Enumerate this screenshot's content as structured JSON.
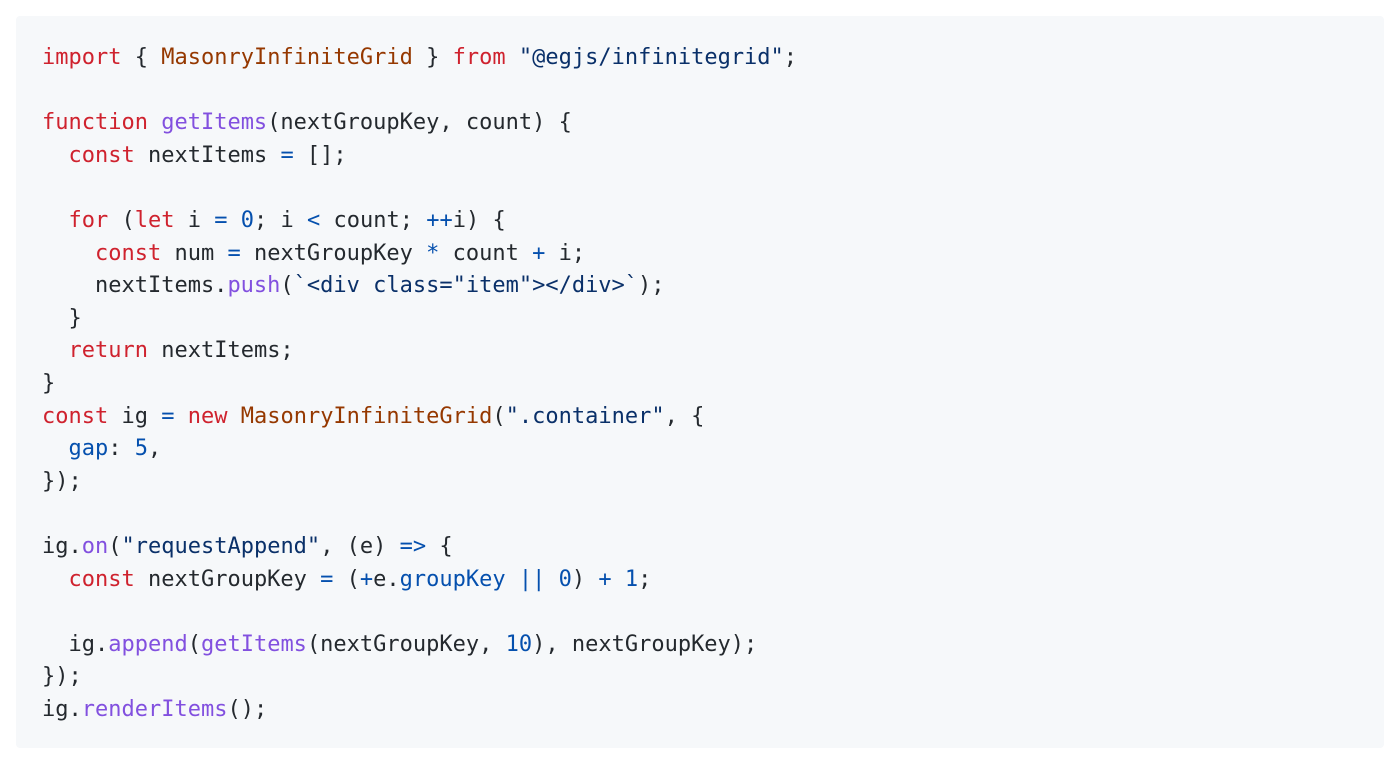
{
  "colors": {
    "background": "#f6f8fa",
    "keyword": "#cf222e",
    "class_name": "#953800",
    "function": "#8250df",
    "string": "#0a3069",
    "number": "#0550ae",
    "plain": "#24292e"
  },
  "lines": [
    [
      [
        "k",
        "import"
      ],
      [
        "t",
        " { "
      ],
      [
        "c",
        "MasonryInfiniteGrid"
      ],
      [
        "t",
        " } "
      ],
      [
        "k",
        "from"
      ],
      [
        "t",
        " "
      ],
      [
        "s",
        "\"@egjs/infinitegrid\""
      ],
      [
        "t",
        ";"
      ]
    ],
    [],
    [
      [
        "k",
        "function"
      ],
      [
        "t",
        " "
      ],
      [
        "f",
        "getItems"
      ],
      [
        "t",
        "(nextGroupKey, count) {"
      ]
    ],
    [
      [
        "t",
        "  "
      ],
      [
        "k",
        "const"
      ],
      [
        "t",
        " nextItems "
      ],
      [
        "n",
        "="
      ],
      [
        "t",
        " [];"
      ]
    ],
    [],
    [
      [
        "t",
        "  "
      ],
      [
        "k",
        "for"
      ],
      [
        "t",
        " ("
      ],
      [
        "k",
        "let"
      ],
      [
        "t",
        " i "
      ],
      [
        "n",
        "="
      ],
      [
        "t",
        " "
      ],
      [
        "n",
        "0"
      ],
      [
        "t",
        "; i "
      ],
      [
        "n",
        "<"
      ],
      [
        "t",
        " count; "
      ],
      [
        "n",
        "++"
      ],
      [
        "t",
        "i) {"
      ]
    ],
    [
      [
        "t",
        "    "
      ],
      [
        "k",
        "const"
      ],
      [
        "t",
        " num "
      ],
      [
        "n",
        "="
      ],
      [
        "t",
        " nextGroupKey "
      ],
      [
        "n",
        "*"
      ],
      [
        "t",
        " count "
      ],
      [
        "n",
        "+"
      ],
      [
        "t",
        " i;"
      ]
    ],
    [
      [
        "t",
        "    nextItems."
      ],
      [
        "f",
        "push"
      ],
      [
        "t",
        "("
      ],
      [
        "s",
        "`<div class=\"item\"></div>`"
      ],
      [
        "t",
        ");"
      ]
    ],
    [
      [
        "t",
        "  }"
      ]
    ],
    [
      [
        "t",
        "  "
      ],
      [
        "k",
        "return"
      ],
      [
        "t",
        " nextItems;"
      ]
    ],
    [
      [
        "t",
        "}"
      ]
    ],
    [
      [
        "k",
        "const"
      ],
      [
        "t",
        " ig "
      ],
      [
        "n",
        "="
      ],
      [
        "t",
        " "
      ],
      [
        "k",
        "new"
      ],
      [
        "t",
        " "
      ],
      [
        "c",
        "MasonryInfiniteGrid"
      ],
      [
        "t",
        "("
      ],
      [
        "s",
        "\".container\""
      ],
      [
        "t",
        ", {"
      ]
    ],
    [
      [
        "t",
        "  "
      ],
      [
        "p",
        "gap"
      ],
      [
        "t",
        ": "
      ],
      [
        "n",
        "5"
      ],
      [
        "t",
        ","
      ]
    ],
    [
      [
        "t",
        "});"
      ]
    ],
    [],
    [
      [
        "t",
        "ig."
      ],
      [
        "f",
        "on"
      ],
      [
        "t",
        "("
      ],
      [
        "s",
        "\"requestAppend\""
      ],
      [
        "t",
        ", (e) "
      ],
      [
        "n",
        "=>"
      ],
      [
        "t",
        " {"
      ]
    ],
    [
      [
        "t",
        "  "
      ],
      [
        "k",
        "const"
      ],
      [
        "t",
        " nextGroupKey "
      ],
      [
        "n",
        "="
      ],
      [
        "t",
        " ("
      ],
      [
        "n",
        "+"
      ],
      [
        "t",
        "e."
      ],
      [
        "p",
        "groupKey"
      ],
      [
        "t",
        " "
      ],
      [
        "n",
        "||"
      ],
      [
        "t",
        " "
      ],
      [
        "n",
        "0"
      ],
      [
        "t",
        ") "
      ],
      [
        "n",
        "+"
      ],
      [
        "t",
        " "
      ],
      [
        "n",
        "1"
      ],
      [
        "t",
        ";"
      ]
    ],
    [],
    [
      [
        "t",
        "  ig."
      ],
      [
        "f",
        "append"
      ],
      [
        "t",
        "("
      ],
      [
        "f",
        "getItems"
      ],
      [
        "t",
        "(nextGroupKey, "
      ],
      [
        "n",
        "10"
      ],
      [
        "t",
        "), nextGroupKey);"
      ]
    ],
    [
      [
        "t",
        "});"
      ]
    ],
    [
      [
        "t",
        "ig."
      ],
      [
        "f",
        "renderItems"
      ],
      [
        "t",
        "();"
      ]
    ]
  ]
}
